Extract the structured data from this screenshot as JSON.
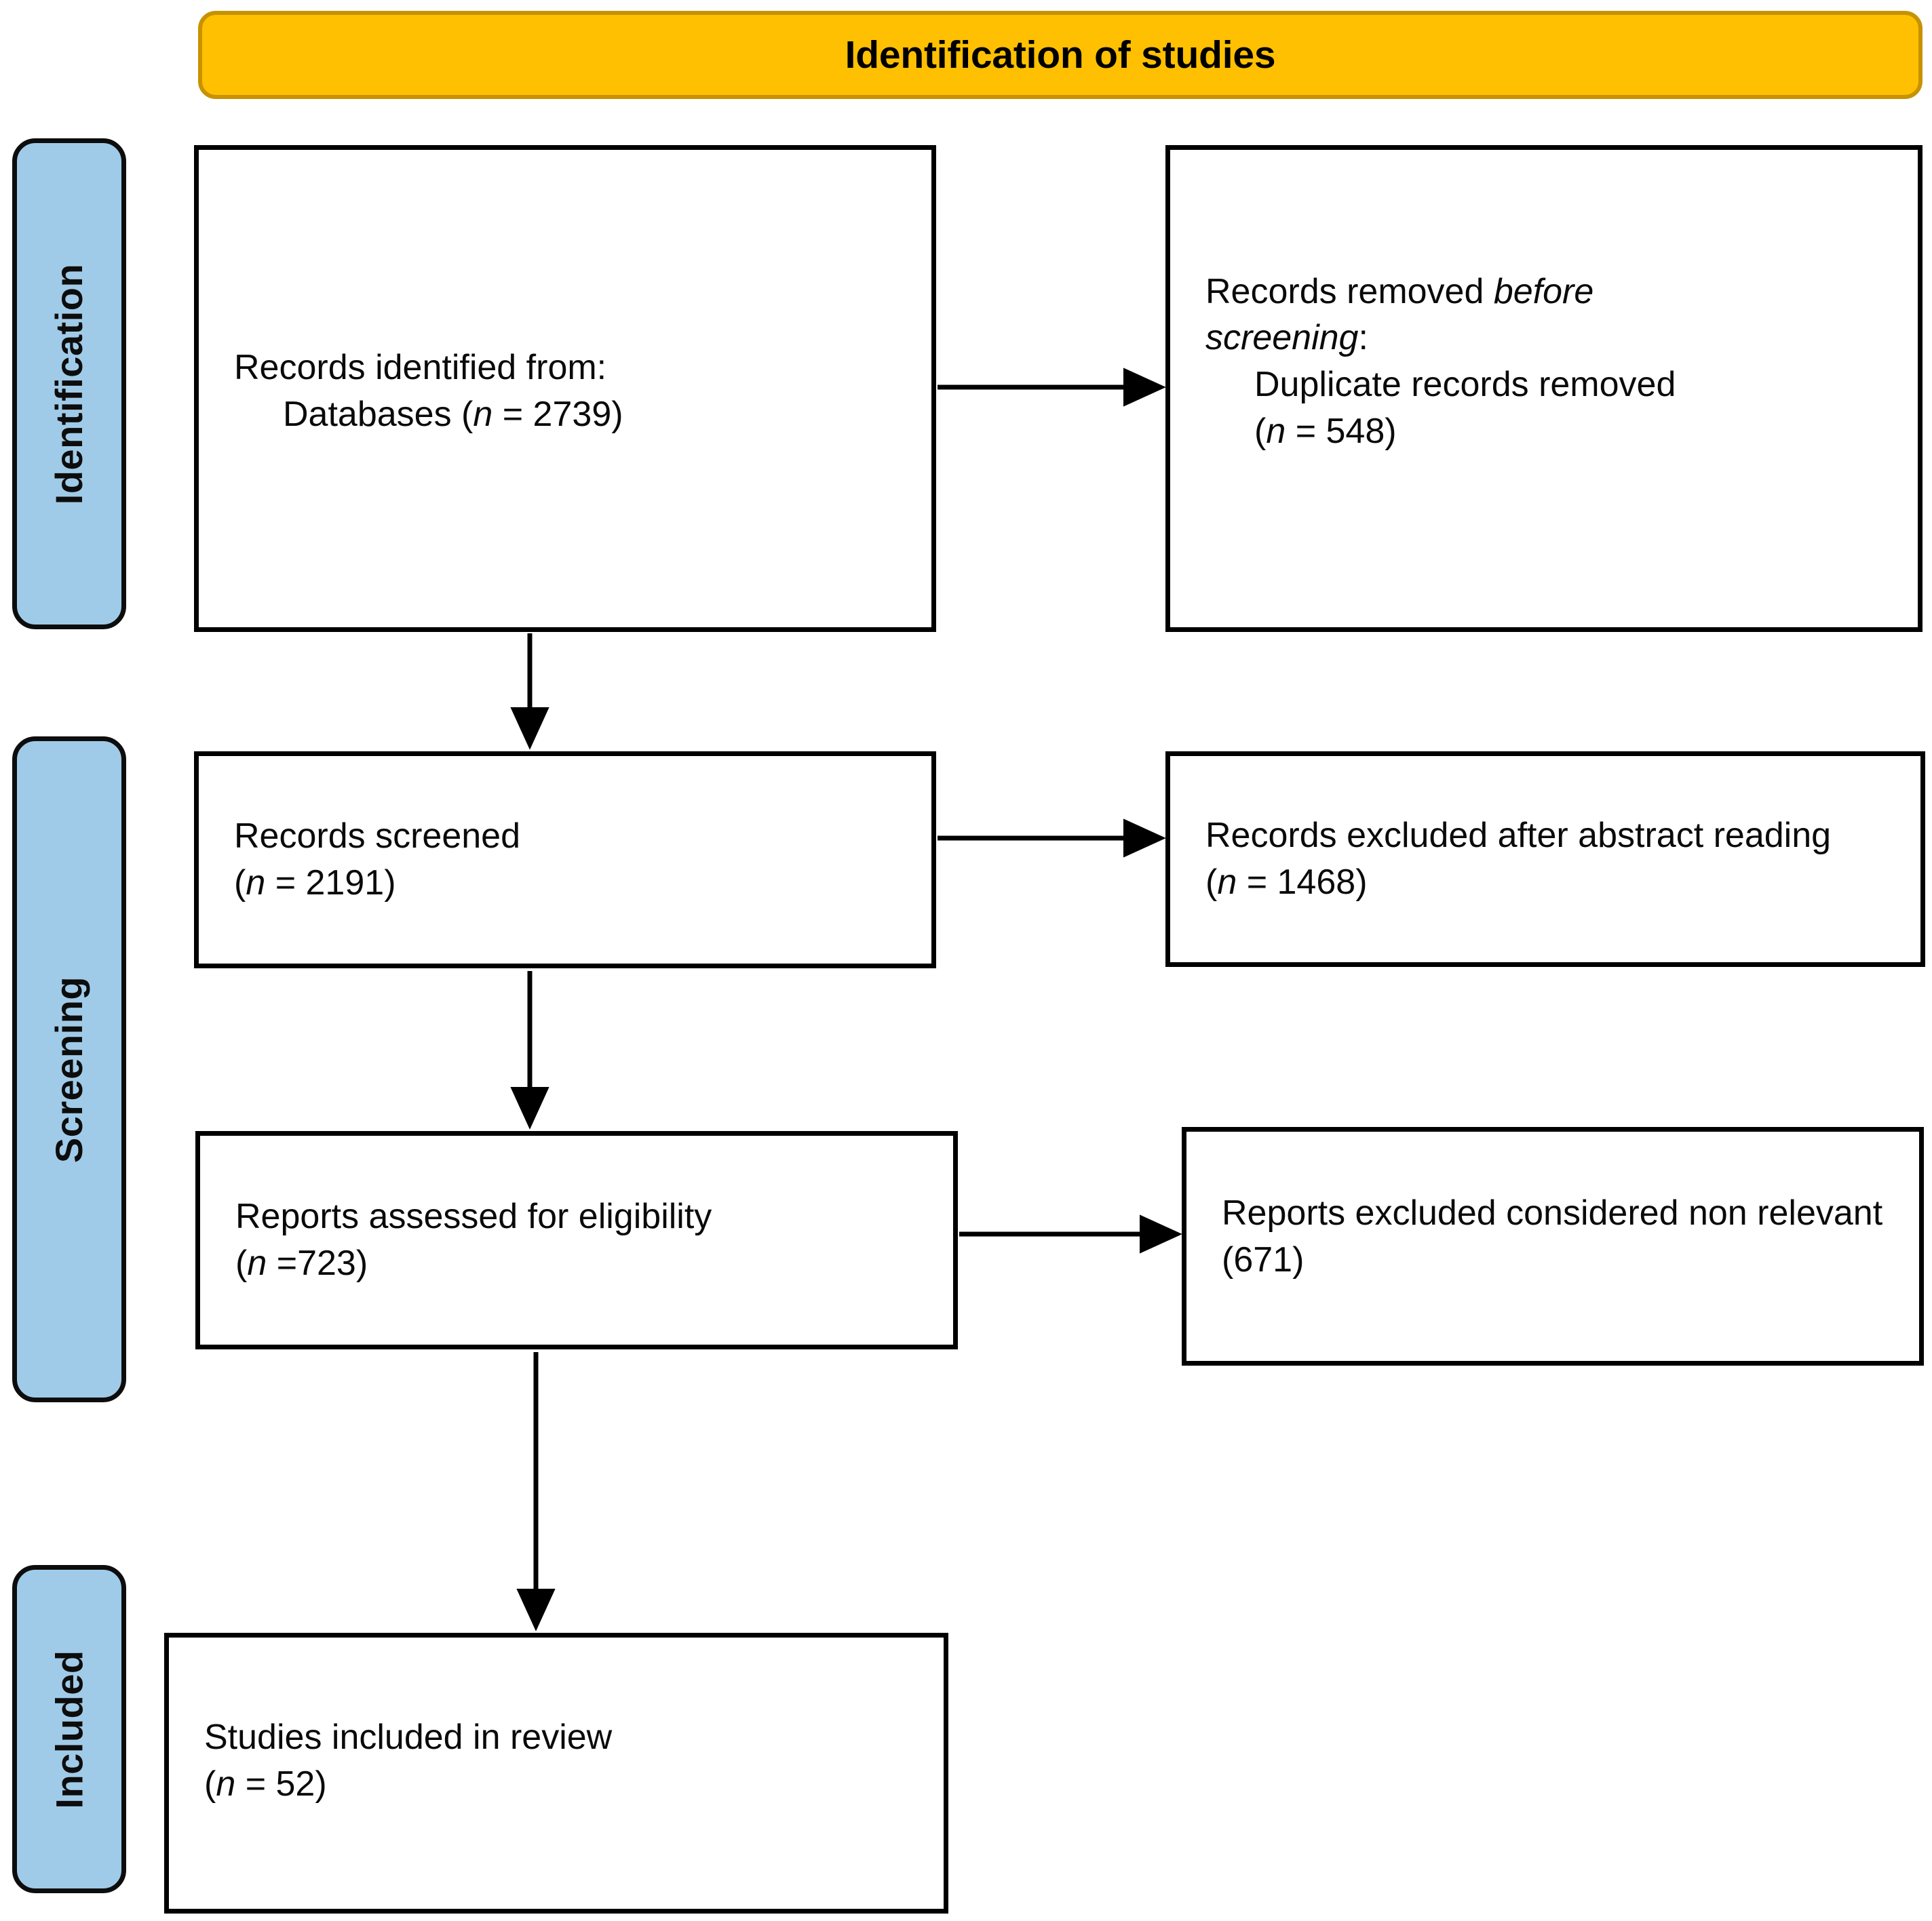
{
  "banner": {
    "title": "Identification of studies",
    "fill": "#FEC000",
    "border": "#C79200"
  },
  "phase_labels": [
    {
      "id": "identification",
      "label": "Identification",
      "fill": "#A0CBE8"
    },
    {
      "id": "screening",
      "label": "Screening",
      "fill": "#A0CBE8"
    },
    {
      "id": "included",
      "label": "Included",
      "fill": "#A0CBE8"
    }
  ],
  "boxes": {
    "identified": {
      "line1": "Records identified from:",
      "line2_prefix": "Databases (",
      "line2_italic": "n",
      "line2_suffix": " = 2739)",
      "count": 2739
    },
    "removed": {
      "line1_prefix": "Records removed ",
      "line1_italic": "before",
      "line2_italic": "screening",
      "line2_suffix": ":",
      "line3": "Duplicate records removed",
      "line4_prefix": "(",
      "line4_italic": "n",
      "line4_suffix": " = 548)",
      "count": 548
    },
    "screened": {
      "line1": "Records screened",
      "line2_prefix": "(",
      "line2_italic": "n",
      "line2_suffix": " = 2191)",
      "count": 2191
    },
    "excluded_abstract": {
      "line1": "Records excluded after abstract reading",
      "line2_prefix": "(",
      "line2_italic": "n",
      "line2_suffix": " = 1468)",
      "count": 1468
    },
    "eligibility": {
      "line1": "Reports assessed for eligibility",
      "line2_prefix": "(",
      "line2_italic": "n",
      "line2_suffix": " =723)",
      "count": 723
    },
    "excluded_reports": {
      "line1": "Reports excluded considered non relevant (671)",
      "count": 671
    },
    "included": {
      "line1": "Studies included in review",
      "line2_prefix": "(",
      "line2_italic": "n",
      "line2_suffix": " = 52)",
      "count": 52
    }
  },
  "chart_data": {
    "type": "diagram",
    "title": "Identification of studies",
    "diagram_kind": "PRISMA flow diagram",
    "phases": [
      "Identification",
      "Screening",
      "Included"
    ],
    "nodes": [
      {
        "id": "identified",
        "phase": "Identification",
        "label": "Records identified from: Databases (n = 2739)",
        "n": 2739
      },
      {
        "id": "removed",
        "phase": "Identification",
        "label": "Records removed before screening: Duplicate records removed (n = 548)",
        "n": 548
      },
      {
        "id": "screened",
        "phase": "Screening",
        "label": "Records screened (n = 2191)",
        "n": 2191
      },
      {
        "id": "excluded_abstract",
        "phase": "Screening",
        "label": "Records excluded after abstract reading (n = 1468)",
        "n": 1468
      },
      {
        "id": "eligibility",
        "phase": "Screening",
        "label": "Reports assessed for eligibility (n =723)",
        "n": 723
      },
      {
        "id": "excluded_reports",
        "phase": "Screening",
        "label": "Reports excluded considered non relevant (671)",
        "n": 671
      },
      {
        "id": "included",
        "phase": "Included",
        "label": "Studies included in review (n = 52)",
        "n": 52
      }
    ],
    "edges": [
      {
        "from": "identified",
        "to": "removed",
        "direction": "right"
      },
      {
        "from": "identified",
        "to": "screened",
        "direction": "down"
      },
      {
        "from": "screened",
        "to": "excluded_abstract",
        "direction": "right"
      },
      {
        "from": "screened",
        "to": "eligibility",
        "direction": "down"
      },
      {
        "from": "eligibility",
        "to": "excluded_reports",
        "direction": "right"
      },
      {
        "from": "eligibility",
        "to": "included",
        "direction": "down"
      }
    ]
  }
}
